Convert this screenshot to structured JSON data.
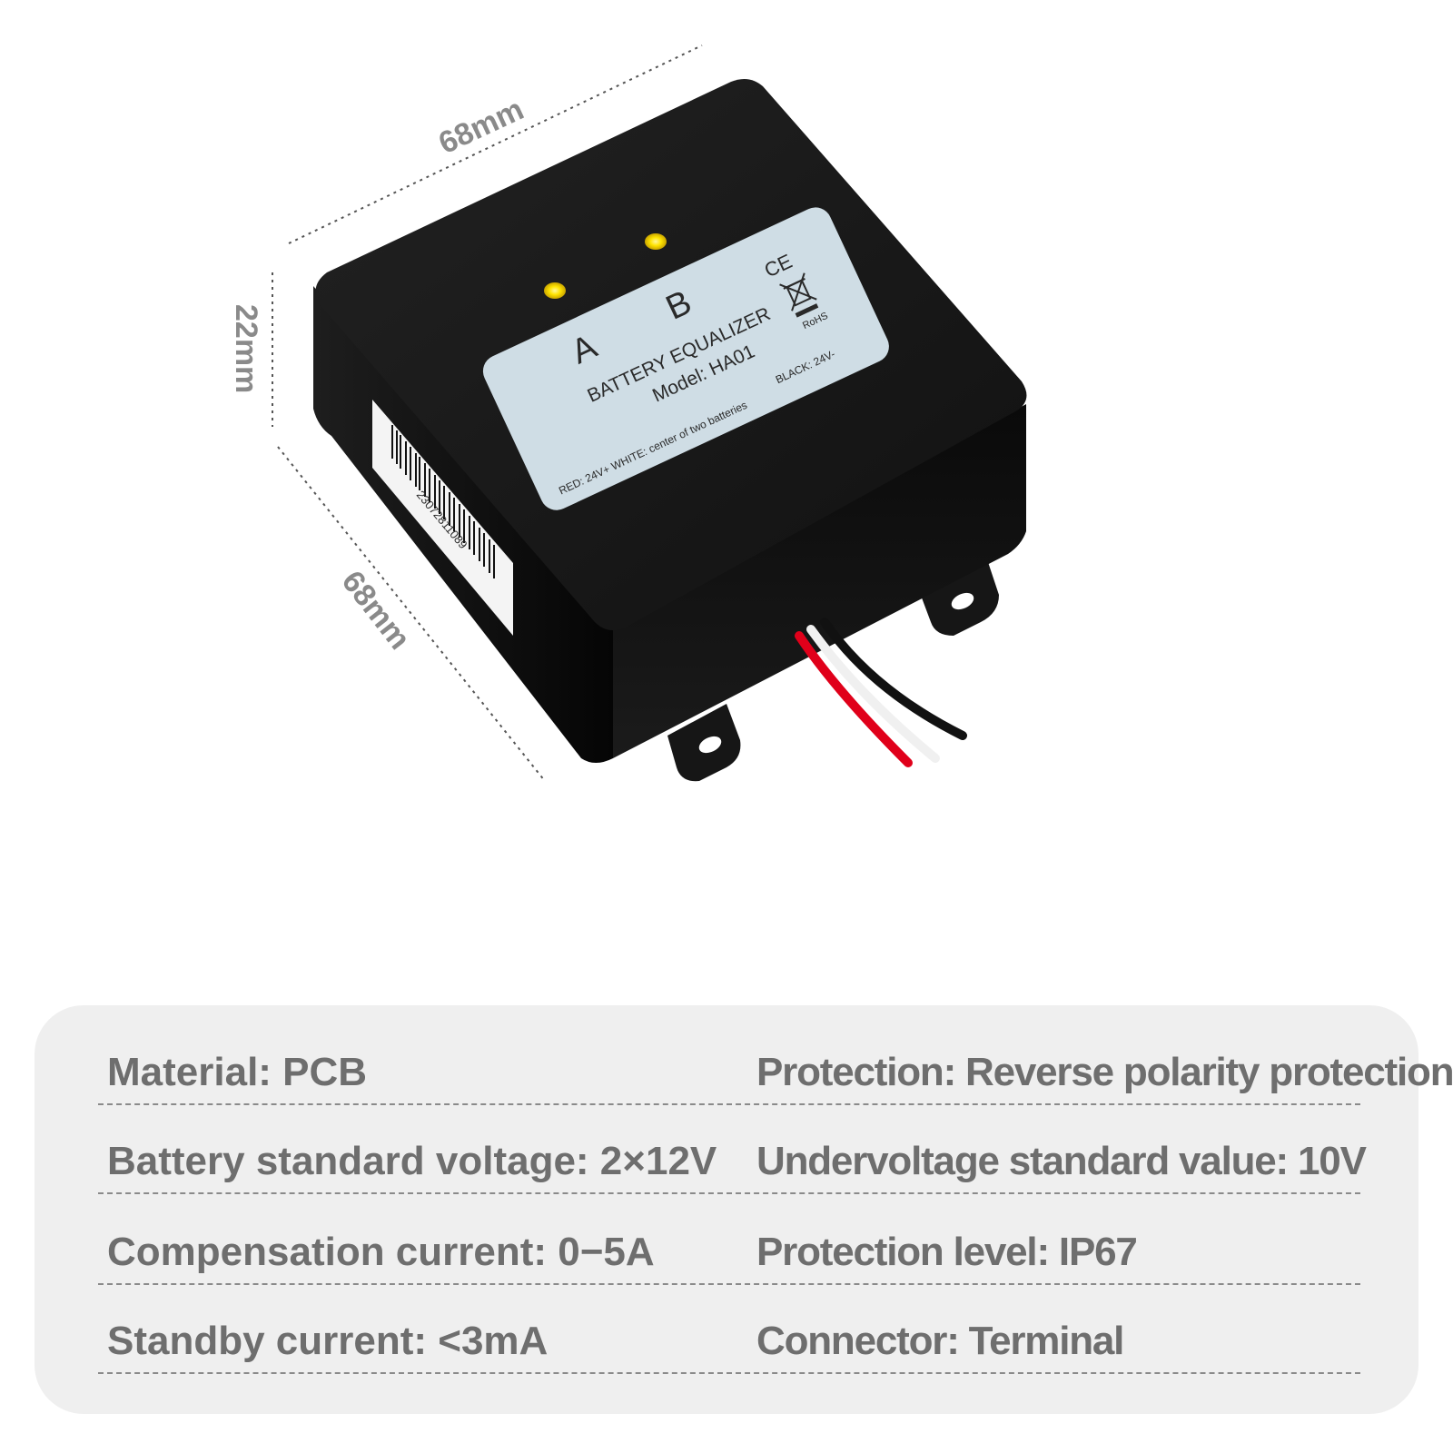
{
  "dimensions": {
    "top_width": "68mm",
    "height": "22mm",
    "side_depth": "68mm"
  },
  "device": {
    "led_labels": [
      "A",
      "B"
    ],
    "label_title": "BATTERY EQUALIZER",
    "label_model": "Model: HA01",
    "label_wires_1": "RED: 24V+  WHITE: center of two batteries",
    "label_wires_2": "BLACK: 24V-",
    "ce_mark": "CE",
    "rohs_mark": "RoHS",
    "barcode_number": "23072811089",
    "colors": {
      "body": "#121212",
      "label": "#cfdde5",
      "led": "#ffe400",
      "wire_red": "#e0001a",
      "wire_white": "#f4f4f4",
      "wire_black": "#111111"
    },
    "icons": [
      "recycle-bin-crossed-icon"
    ]
  },
  "specs": [
    {
      "left": "Material: PCB",
      "right": "Protection: Reverse polarity protection"
    },
    {
      "left": "Battery standard voltage: 2×12V",
      "right": "Undervoltage standard value: 10V"
    },
    {
      "left": "Compensation current: 0−5A",
      "right": "Protection level: IP67"
    },
    {
      "left": "Standby current: <3mA",
      "right": "Connector: Terminal"
    }
  ]
}
